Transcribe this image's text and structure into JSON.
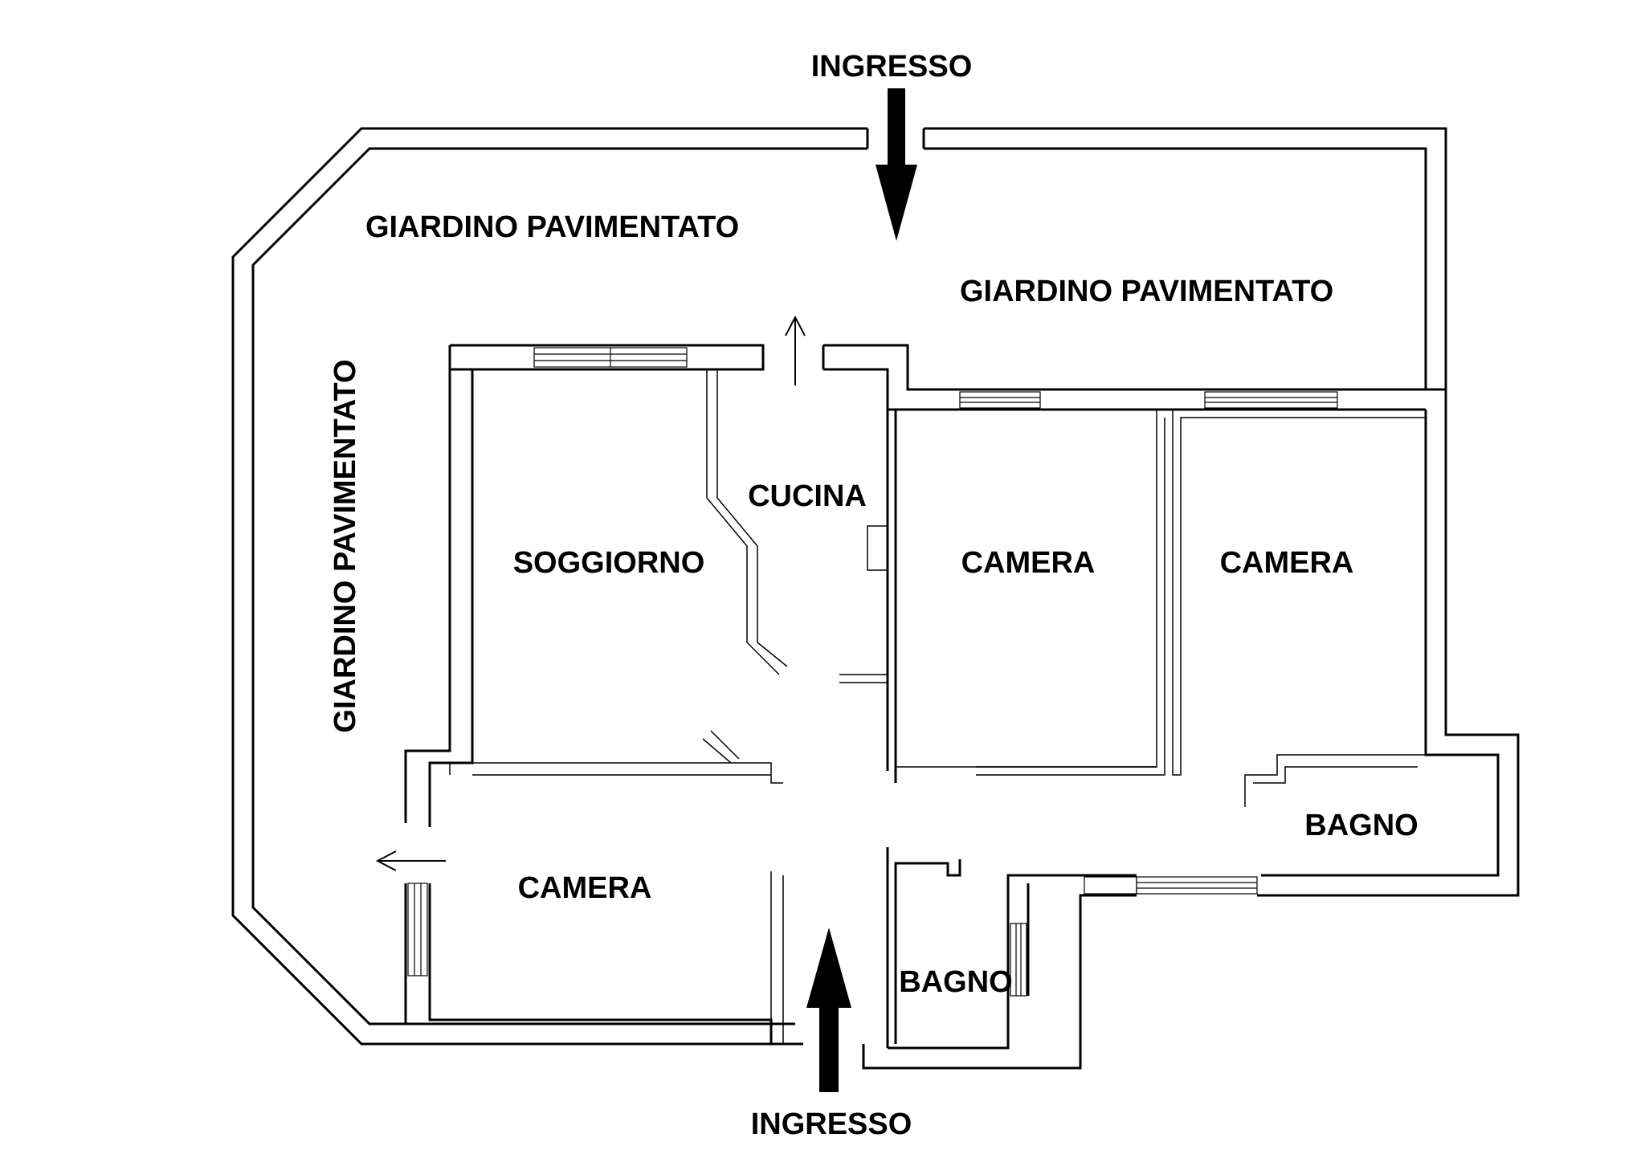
{
  "labels": {
    "entrance_top": "INGRESSO",
    "entrance_bottom": "INGRESSO",
    "garden_top_left": "GIARDINO PAVIMENTATO",
    "garden_top_right": "GIARDINO PAVIMENTATO",
    "garden_left": "GIARDINO PAVIMENTATO",
    "living_room": "SOGGIORNO",
    "kitchen": "CUCINA",
    "bedroom_center": "CAMERA",
    "bedroom_right": "CAMERA",
    "bedroom_bottom_left": "CAMERA",
    "bathroom_right": "BAGNO",
    "bathroom_center": "BAGNO"
  },
  "colors": {
    "wall": "#000000",
    "background": "#ffffff"
  }
}
